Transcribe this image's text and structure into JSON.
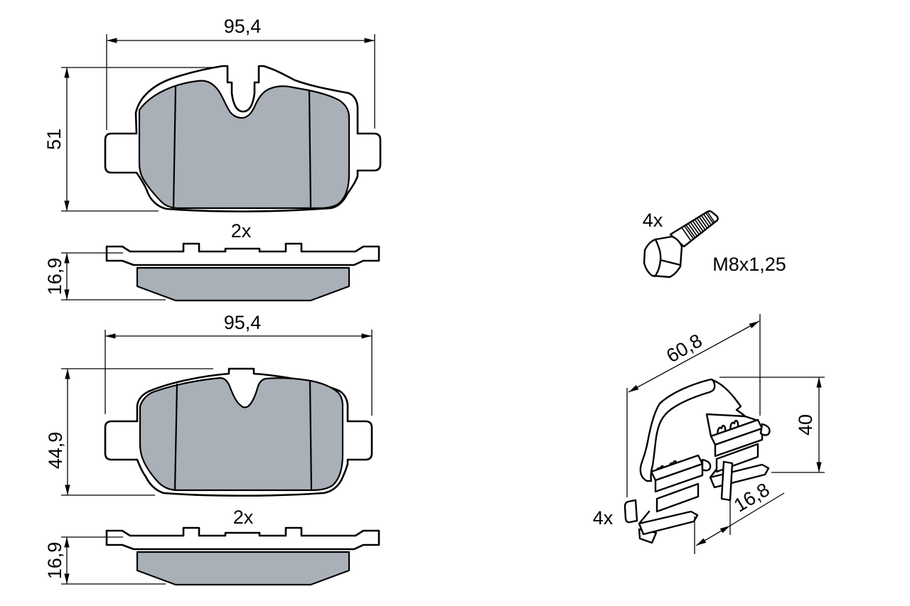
{
  "colors": {
    "background": "#ffffff",
    "line": "#000000",
    "friction_fill": "#aab0b8"
  },
  "pad1": {
    "front": {
      "width": "95,4",
      "height": "51"
    },
    "side": {
      "quantity": "2x",
      "thickness": "16,9"
    }
  },
  "pad2": {
    "front": {
      "width": "95,4",
      "height": "44,9"
    },
    "side": {
      "quantity": "2x",
      "thickness": "16,9"
    }
  },
  "bolt": {
    "quantity": "4x",
    "thread_spec": "M8x1,25"
  },
  "clip": {
    "quantity": "4x",
    "length": "60,8",
    "height": "40",
    "depth": "16,8"
  }
}
